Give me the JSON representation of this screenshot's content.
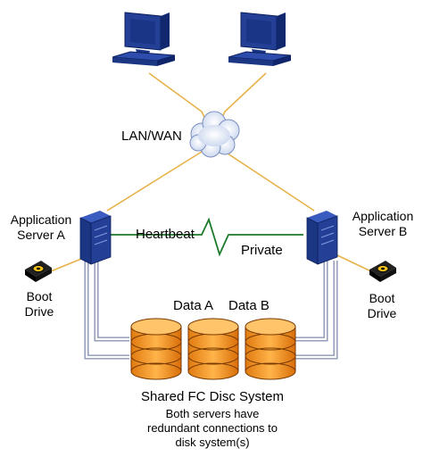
{
  "network": {
    "label": "LAN/WAN"
  },
  "server_a": {
    "line1": "Application",
    "line2": "Server A"
  },
  "server_b": {
    "line1": "Application",
    "line2": "Server B"
  },
  "heartbeat": {
    "label": "Heartbeat",
    "sublabel": "Private"
  },
  "boot_drive_a": {
    "line1": "Boot",
    "line2": "Drive"
  },
  "boot_drive_b": {
    "line1": "Boot",
    "line2": "Drive"
  },
  "data_a": {
    "label": "Data A"
  },
  "data_b": {
    "label": "Data B"
  },
  "storage": {
    "title": "Shared FC Disc System",
    "note_line1": "Both servers have",
    "note_line2": "redundant connections to",
    "note_line3": "disk system(s)"
  },
  "colors": {
    "computer_blue": "#1f3f9a",
    "lan_link": "#e8b24a",
    "fc_link": "#8a96b4",
    "heartbeat_line": "#1d7a2a",
    "disk_orange": "#f0961e"
  }
}
